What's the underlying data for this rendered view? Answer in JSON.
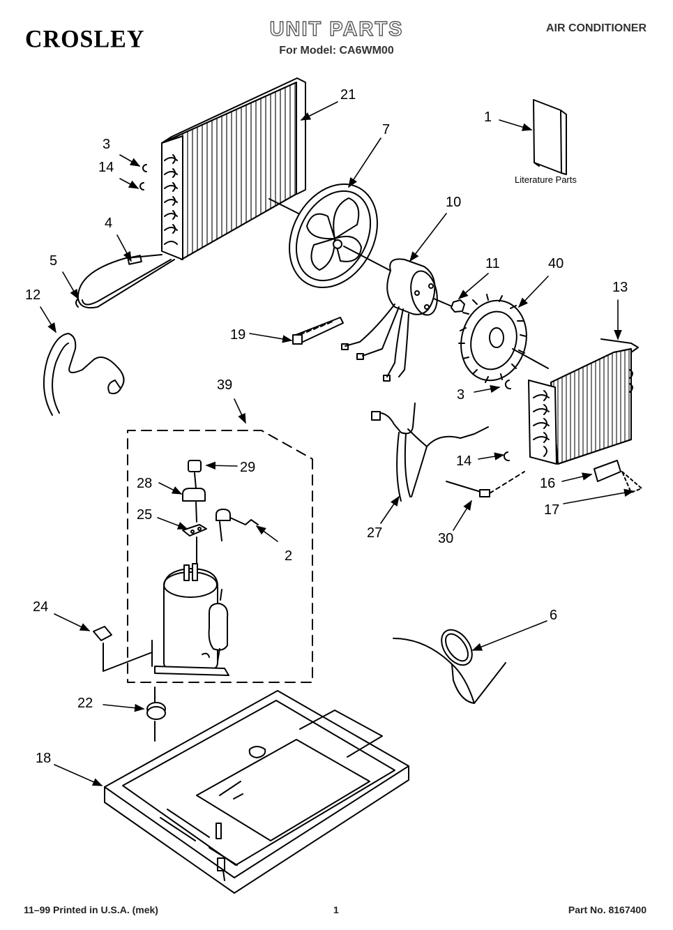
{
  "header": {
    "brand": "CROSLEY",
    "title": "UNIT PARTS",
    "subtitle": "For Model: CA6WM00",
    "category": "AIR CONDITIONER"
  },
  "literature_label": "Literature Parts",
  "callouts": {
    "c1": "1",
    "c21": "21",
    "c7": "7",
    "c3a": "3",
    "c14a": "14",
    "c4": "4",
    "c5": "5",
    "c12": "12",
    "c10": "10",
    "c11": "11",
    "c40": "40",
    "c13": "13",
    "c19": "19",
    "c39": "39",
    "c3b": "3",
    "c29": "29",
    "c28": "28",
    "c25": "25",
    "c2": "2",
    "c27": "27",
    "c14b": "14",
    "c16": "16",
    "c17": "17",
    "c30": "30",
    "c24": "24",
    "c6": "6",
    "c22": "22",
    "c18": "18"
  },
  "footer": {
    "left": "11–99 Printed in U.S.A. (mek)",
    "page": "1",
    "part_no": "Part No. 8167400"
  }
}
